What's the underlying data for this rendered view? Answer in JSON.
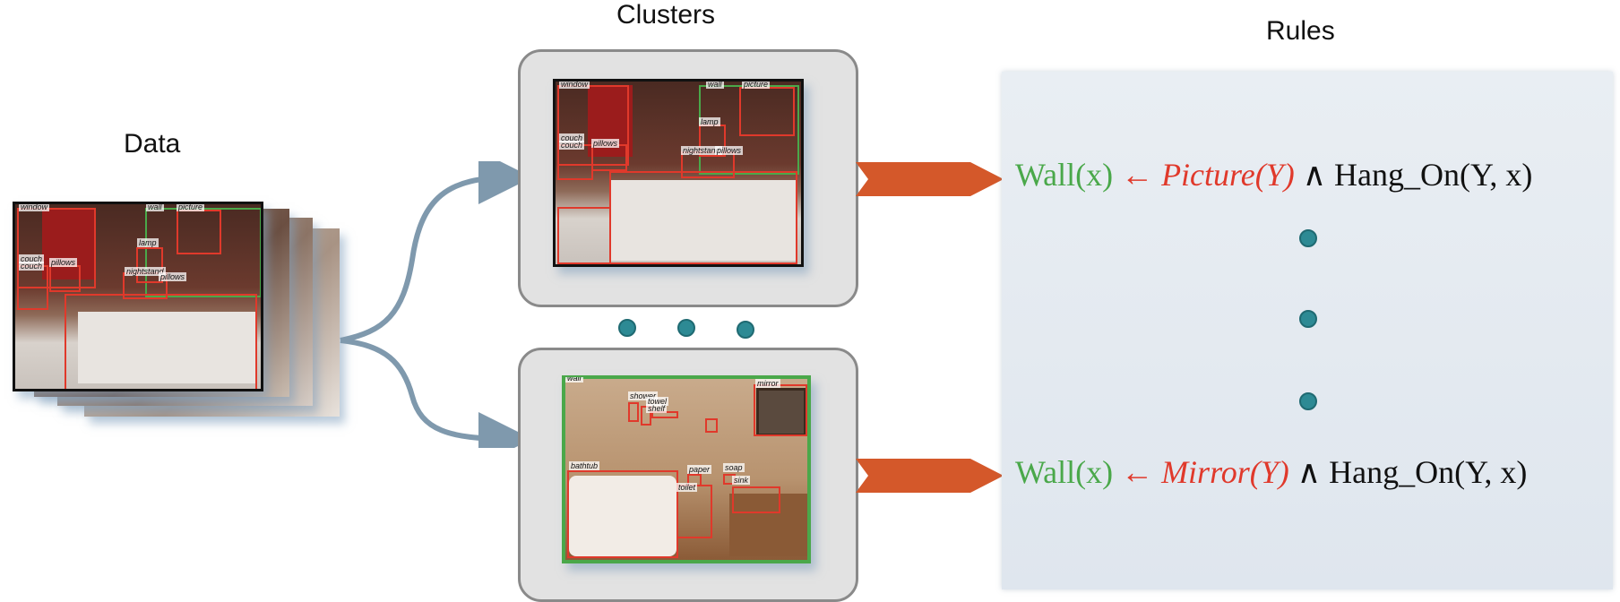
{
  "headings": {
    "data": "Data",
    "clusters": "Clusters",
    "rules": "Rules"
  },
  "rules": [
    {
      "head": "Wall(x)",
      "arrow": "←",
      "body_pred": "Picture(Y)",
      "and": "∧",
      "relation": "Hang_On(Y, x)"
    },
    {
      "head": "Wall(x)",
      "arrow": "←",
      "body_pred": "Mirror(Y)",
      "and": "∧",
      "relation": "Hang_On(Y, x)"
    }
  ],
  "bedroom_labels": [
    "window",
    "wall",
    "picture",
    "lamp",
    "couch",
    "couch",
    "pillows",
    "nightstand",
    "pillows"
  ],
  "bathroom_labels": [
    "wall",
    "mirror",
    "shower",
    "towel",
    "shelf",
    "bathtub",
    "paper",
    "soap",
    "toilet",
    "sink"
  ],
  "colors": {
    "box_red": "#e0392b",
    "box_green": "#4aa84a",
    "arrow_orange": "#d4582a",
    "curve_blue": "#7f99ad",
    "dot_teal": "#2d8a94"
  }
}
